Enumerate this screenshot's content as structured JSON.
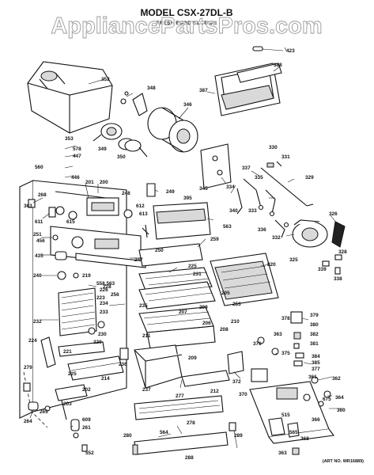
{
  "header": {
    "title": "MODEL CSX-27DL-B",
    "subtitle": "FRESH FOOD SECTION"
  },
  "watermark": "AppliancePartsPros.com",
  "art_number": "(ART NO. WR16889)",
  "part_callouts": [
    "423",
    "388",
    "387",
    "352",
    "348",
    "346",
    "353",
    "349",
    "350",
    "578",
    "447",
    "560",
    "446",
    "201",
    "200",
    "268",
    "248",
    "249",
    "363",
    "611",
    "615",
    "612",
    "613",
    "251",
    "456",
    "395",
    "563",
    "250",
    "259",
    "435",
    "247",
    "225",
    "231",
    "240",
    "219",
    "558,563",
    "226",
    "256",
    "820",
    "223",
    "233",
    "234",
    "232",
    "230",
    "220",
    "224",
    "221",
    "228",
    "235",
    "209",
    "205",
    "207",
    "253",
    "206",
    "208",
    "210",
    "211",
    "212",
    "236",
    "237",
    "214",
    "279",
    "225",
    "202",
    "209",
    "265",
    "203",
    "264",
    "609",
    "261",
    "552",
    "280",
    "564",
    "277",
    "278",
    "289",
    "288",
    "372",
    "370",
    "363",
    "376",
    "375",
    "384",
    "385",
    "377",
    "362",
    "675",
    "364",
    "360",
    "361",
    "515",
    "366",
    "565",
    "368",
    "330",
    "331",
    "337",
    "334",
    "335",
    "329",
    "345",
    "340",
    "333",
    "336",
    "332",
    "326",
    "325",
    "339",
    "328",
    "338",
    "378",
    "379",
    "380",
    "382",
    "381",
    "363"
  ]
}
